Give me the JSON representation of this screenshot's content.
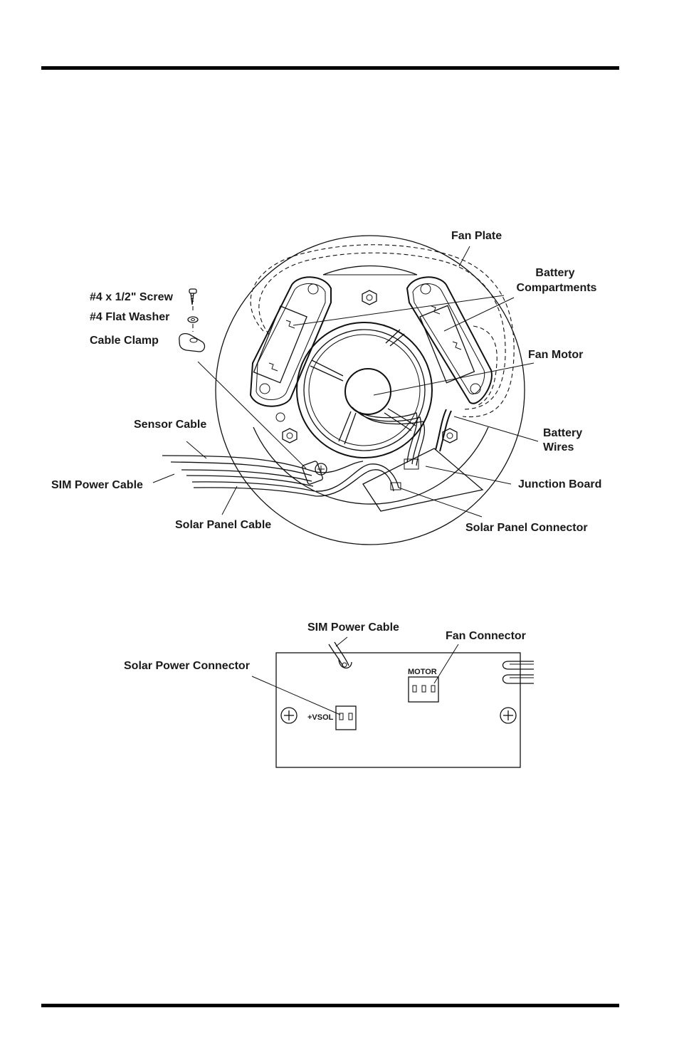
{
  "figure_top": {
    "labels": {
      "fan_plate": "Fan Plate",
      "battery_line1": "Battery",
      "battery_line2": "Compartments",
      "screw": "#4 x 1/2\" Screw",
      "washer": "#4 Flat Washer",
      "cable_clamp": "Cable Clamp",
      "fan_motor": "Fan Motor",
      "sensor_cable": "Sensor Cable",
      "battery_wires_line1": "Battery",
      "battery_wires_line2": "Wires",
      "sim_power_cable": "SIM Power Cable",
      "junction_board": "Junction Board",
      "solar_panel_cable": "Solar Panel Cable",
      "solar_panel_connector": "Solar Panel Connector"
    }
  },
  "figure_bottom": {
    "labels": {
      "sim_power_cable": "SIM Power Cable",
      "fan_connector": "Fan Connector",
      "solar_power_connector": "Solar Power Connector",
      "motor": "MOTOR",
      "vsol": "+VSOL"
    }
  }
}
